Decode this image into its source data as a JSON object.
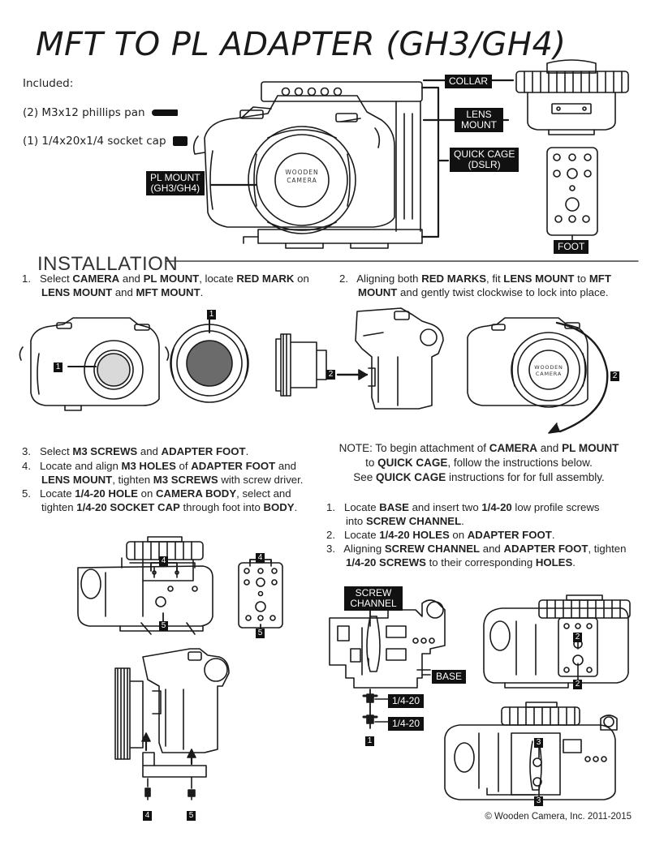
{
  "title": "MFT TO PL ADAPTER (GH3/GH4)",
  "included": {
    "heading": "Included:",
    "item1": "(2) M3x12 phillips pan",
    "item2": "(1) 1/4x20x1/4 socket cap"
  },
  "callouts": {
    "collar": "COLLAR",
    "lens_mount_1": "LENS",
    "lens_mount_2": "MOUNT",
    "quick_cage_1": "QUICK CAGE",
    "quick_cage_2": "(DSLR)",
    "pl_mount_1": "PL MOUNT",
    "pl_mount_2": "(GH3/GH4)",
    "foot": "FOOT",
    "screw_channel_1": "SCREW",
    "screw_channel_2": "CHANNEL",
    "base": "BASE",
    "screw_a": "1/4-20",
    "screw_b": "1/4-20"
  },
  "logo": {
    "line1": "WOODEN",
    "line2": "CAMERA"
  },
  "installation_heading": "INSTALLATION",
  "step1": {
    "n": "1.",
    "a": "Select ",
    "b": "CAMERA",
    "c": " and ",
    "d": "PL MOUNT",
    "e": ", locate ",
    "f": "RED MARK",
    "g": " on",
    "h": "LENS MOUNT",
    "i": " and ",
    "j": "MFT MOUNT",
    "k": "."
  },
  "step2": {
    "n": "2.",
    "a": "Aligning both ",
    "b": "RED MARKS",
    "c": ", fit ",
    "d": "LENS MOUNT",
    "e": " to ",
    "f": "MFT",
    "g": "MOUNT",
    "h": " and gently twist clockwise to lock into place."
  },
  "step3": {
    "n": "3.",
    "a": "Select ",
    "b": "M3 SCREWS",
    "c": " and ",
    "d": "ADAPTER FOOT",
    "e": "."
  },
  "step4": {
    "n": "4.",
    "a": "Locate and align ",
    "b": "M3 HOLES",
    "c": " of ",
    "d": "ADAPTER FOOT",
    "e": " and",
    "f": "LENS MOUNT",
    "g": ", tighten ",
    "h": "M3 SCREWS",
    "i": " with screw driver."
  },
  "step5": {
    "n": "5.",
    "a": "Locate ",
    "b": "1/4-20 HOLE",
    "c": " on ",
    "d": "CAMERA BODY",
    "e": ", select and",
    "f": "tighten ",
    "g": "1/4-20 SOCKET CAP",
    "h": " through foot into ",
    "i": "BODY",
    "j": "."
  },
  "note": {
    "l1a": "NOTE: To begin attachment of ",
    "l1b": "CAMERA",
    "l1c": " and ",
    "l1d": "PL MOUNT",
    "l2a": "to ",
    "l2b": "QUICK CAGE",
    "l2c": ", follow the instructions below.",
    "l3a": "See ",
    "l3b": "QUICK CAGE",
    "l3c": " instructions for for full assembly."
  },
  "cage_step1": {
    "n": "1.",
    "a": "Locate ",
    "b": "BASE",
    "c": " and insert two ",
    "d": "1/4-20",
    "e": " low profile screws",
    "f": "into ",
    "g": "SCREW CHANNEL",
    "h": "."
  },
  "cage_step2": {
    "n": "2.",
    "a": "Locate ",
    "b": "1/4-20 HOLES",
    "c": " on ",
    "d": "ADAPTER FOOT",
    "e": "."
  },
  "cage_step3": {
    "n": "3.",
    "a": "Aligning ",
    "b": "SCREW CHANNEL",
    "c": " and ",
    "d": "ADAPTER FOOT",
    "e": ", tighten",
    "f": "1/4-20 SCREWS",
    "g": " to their corresponding ",
    "h": "HOLES",
    "i": "."
  },
  "markers": {
    "m1": "1",
    "m2": "2",
    "m3": "3",
    "m4": "4",
    "m5": "5"
  },
  "copyright": "© Wooden Camera, Inc. 2011-2015"
}
